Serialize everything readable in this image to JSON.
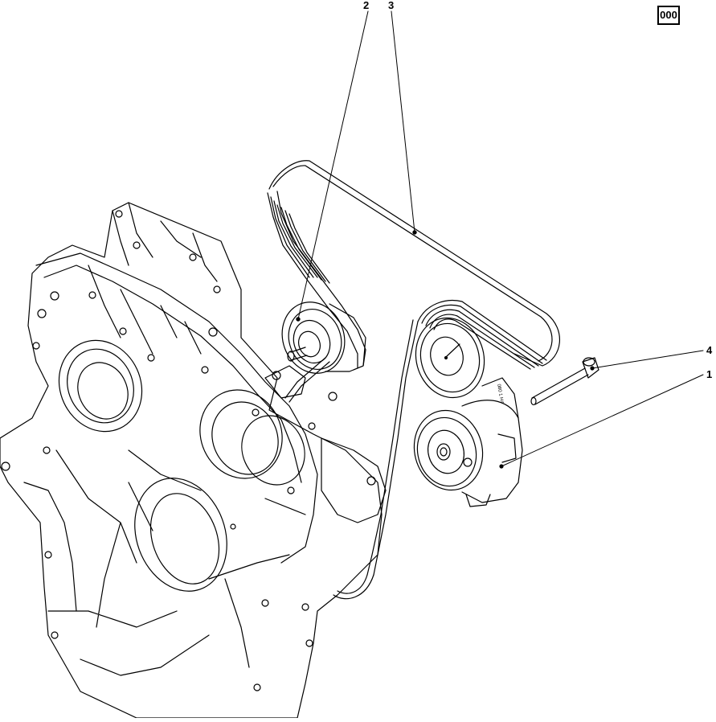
{
  "diagram": {
    "reference_code": "000",
    "callouts": [
      {
        "id": "1",
        "label": "1",
        "part": "belt-tensioner"
      },
      {
        "id": "2",
        "label": "2",
        "part": "idler-pulley"
      },
      {
        "id": "3",
        "label": "3",
        "part": "drive-belt"
      },
      {
        "id": "4",
        "label": "4",
        "part": "bolt"
      }
    ],
    "tensioner_marking": "080 1 H4",
    "line_color": "#000000",
    "background_color": "#ffffff"
  }
}
